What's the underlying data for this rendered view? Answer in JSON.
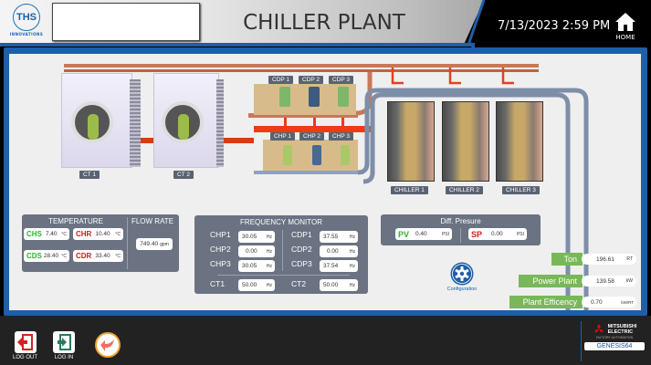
{
  "header": {
    "logo_text": "THS",
    "logo_subtitle": "INNOVATIONS",
    "title": "CHILLER PLANT",
    "datetime": "7/13/2023 2:59 PM",
    "home_label": "HOME"
  },
  "equipment": {
    "cooling_towers": [
      "CT 1",
      "CT 2"
    ],
    "condenser_pumps": [
      "CDP 1",
      "CDP 2",
      "CDP 3"
    ],
    "chilled_pumps": [
      "CHP 1",
      "CHP 2",
      "CHP 3"
    ],
    "chillers": [
      "CHILLER 1",
      "CHILLER 2",
      "CHILLER 3"
    ]
  },
  "temperature": {
    "title": "TEMPERATURE",
    "chs": {
      "tag": "CHS",
      "value": "7.40",
      "unit": "°C"
    },
    "chr": {
      "tag": "CHR",
      "value": "10.40",
      "unit": "°C"
    },
    "cds": {
      "tag": "CDS",
      "value": "28.40",
      "unit": "°C"
    },
    "cdr": {
      "tag": "CDR",
      "value": "33.40",
      "unit": "°C"
    }
  },
  "flow_rate": {
    "title": "FLOW RATE",
    "value": "749.40",
    "unit": "gpm"
  },
  "frequency": {
    "title": "FREQUENCY MONITOR",
    "items": [
      {
        "label": "CHP1",
        "value": "30.05",
        "unit": "Hz"
      },
      {
        "label": "CHP2",
        "value": "0.00",
        "unit": "Hz"
      },
      {
        "label": "CHP3",
        "value": "30.05",
        "unit": "Hz"
      },
      {
        "label": "CDP1",
        "value": "37.55",
        "unit": "Hz"
      },
      {
        "label": "CDP2",
        "value": "0.00",
        "unit": "Hz"
      },
      {
        "label": "CDP3",
        "value": "37.54",
        "unit": "Hz"
      },
      {
        "label": "CT1",
        "value": "50.00",
        "unit": "Hz"
      },
      {
        "label": "CT2",
        "value": "50.00",
        "unit": "Hz"
      }
    ]
  },
  "diff_pressure": {
    "title": "Diff. Presure",
    "pv": {
      "tag": "PV",
      "value": "0.40",
      "unit": "PSI"
    },
    "sp": {
      "tag": "SP",
      "value": "0.00",
      "unit": "PSI"
    }
  },
  "configuration": {
    "label": "Configuration"
  },
  "kpi": [
    {
      "label": "Ton",
      "value": "196.61",
      "unit": "RT"
    },
    {
      "label": "Power Plant",
      "value": "139.58",
      "unit": "kW"
    },
    {
      "label": "Plant Efficency",
      "value": "0.70",
      "unit": "kW/RT"
    }
  ],
  "footer": {
    "logout_label": "LOG OUT",
    "login_label": "LOG IN",
    "brand_line1": "MITSUBISHI",
    "brand_line2": "ELECTRIC",
    "brand_sub": "FACTORY AUTOMATION",
    "genesis": "GENESIS64"
  },
  "colors": {
    "frame_blue": "#1e5fa8",
    "panel_gray": "#6b7282",
    "kpi_green": "#78b858",
    "supply_green": "#2bb52b",
    "return_red": "#d01b1b",
    "condenser_pipe": "#c8785a",
    "chilled_pipe": "#7d8ea8"
  }
}
